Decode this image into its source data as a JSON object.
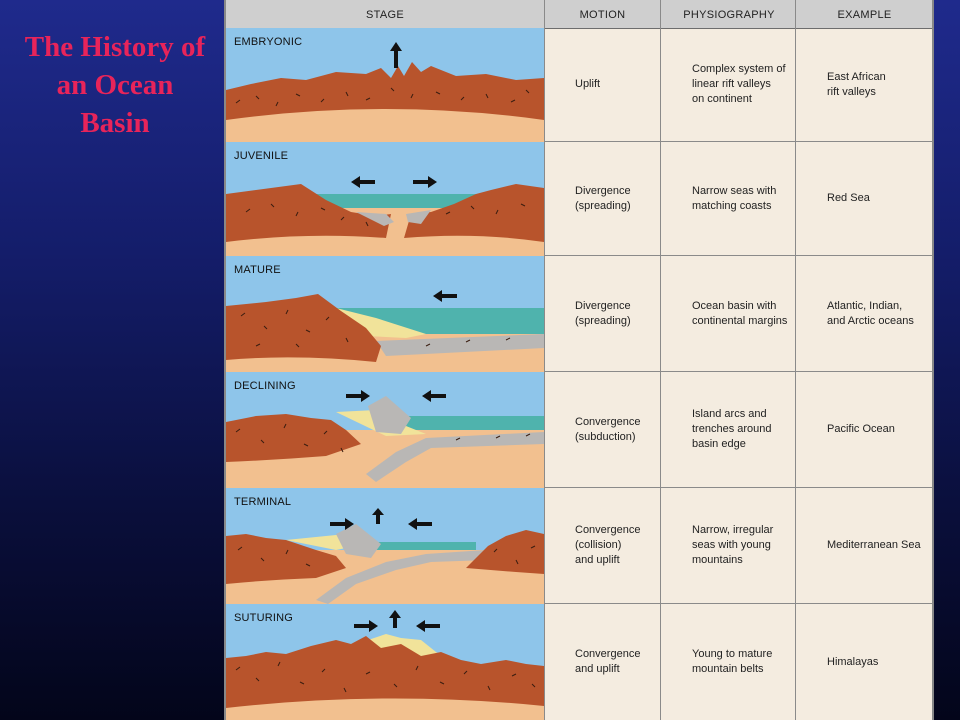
{
  "title": "The History of an Ocean Basin",
  "headers": {
    "stage": "STAGE",
    "motion": "MOTION",
    "physiography": "PHYSIOGRAPHY",
    "example": "EXAMPLE"
  },
  "rows": [
    {
      "stage": "EMBRYONIC",
      "motion": "Uplift",
      "physiography": "Complex system of\nlinear rift valleys\non continent",
      "example": "East African\nrift valleys"
    },
    {
      "stage": "JUVENILE",
      "motion": "Divergence\n(spreading)",
      "physiography": "Narrow seas with\nmatching coasts",
      "example": "Red Sea"
    },
    {
      "stage": "MATURE",
      "motion": "Divergence\n(spreading)",
      "physiography": "Ocean basin with\ncontinental margins",
      "example": "Atlantic, Indian,\nand Arctic oceans"
    },
    {
      "stage": "DECLINING",
      "motion": "Convergence\n(subduction)",
      "physiography": "Island arcs and\ntrenches around\nbasin edge",
      "example": "Pacific Ocean"
    },
    {
      "stage": "TERMINAL",
      "motion": "Convergence\n(collision)\nand uplift",
      "physiography": "Narrow, irregular\nseas with young\nmountains",
      "example": "Mediterranean Sea"
    },
    {
      "stage": "SUTURING",
      "motion": "Convergence\nand uplift",
      "physiography": "Young to mature\nmountain belts",
      "example": "Himalayas"
    }
  ],
  "colors": {
    "sky": "#8ec5ea",
    "sea": "#4fb3ad",
    "crust": "#b8542c",
    "mantle": "#f2c08f",
    "oceanic_crust": "#b9b7b5",
    "sediment": "#f1e39a",
    "arrow": "#111111"
  }
}
